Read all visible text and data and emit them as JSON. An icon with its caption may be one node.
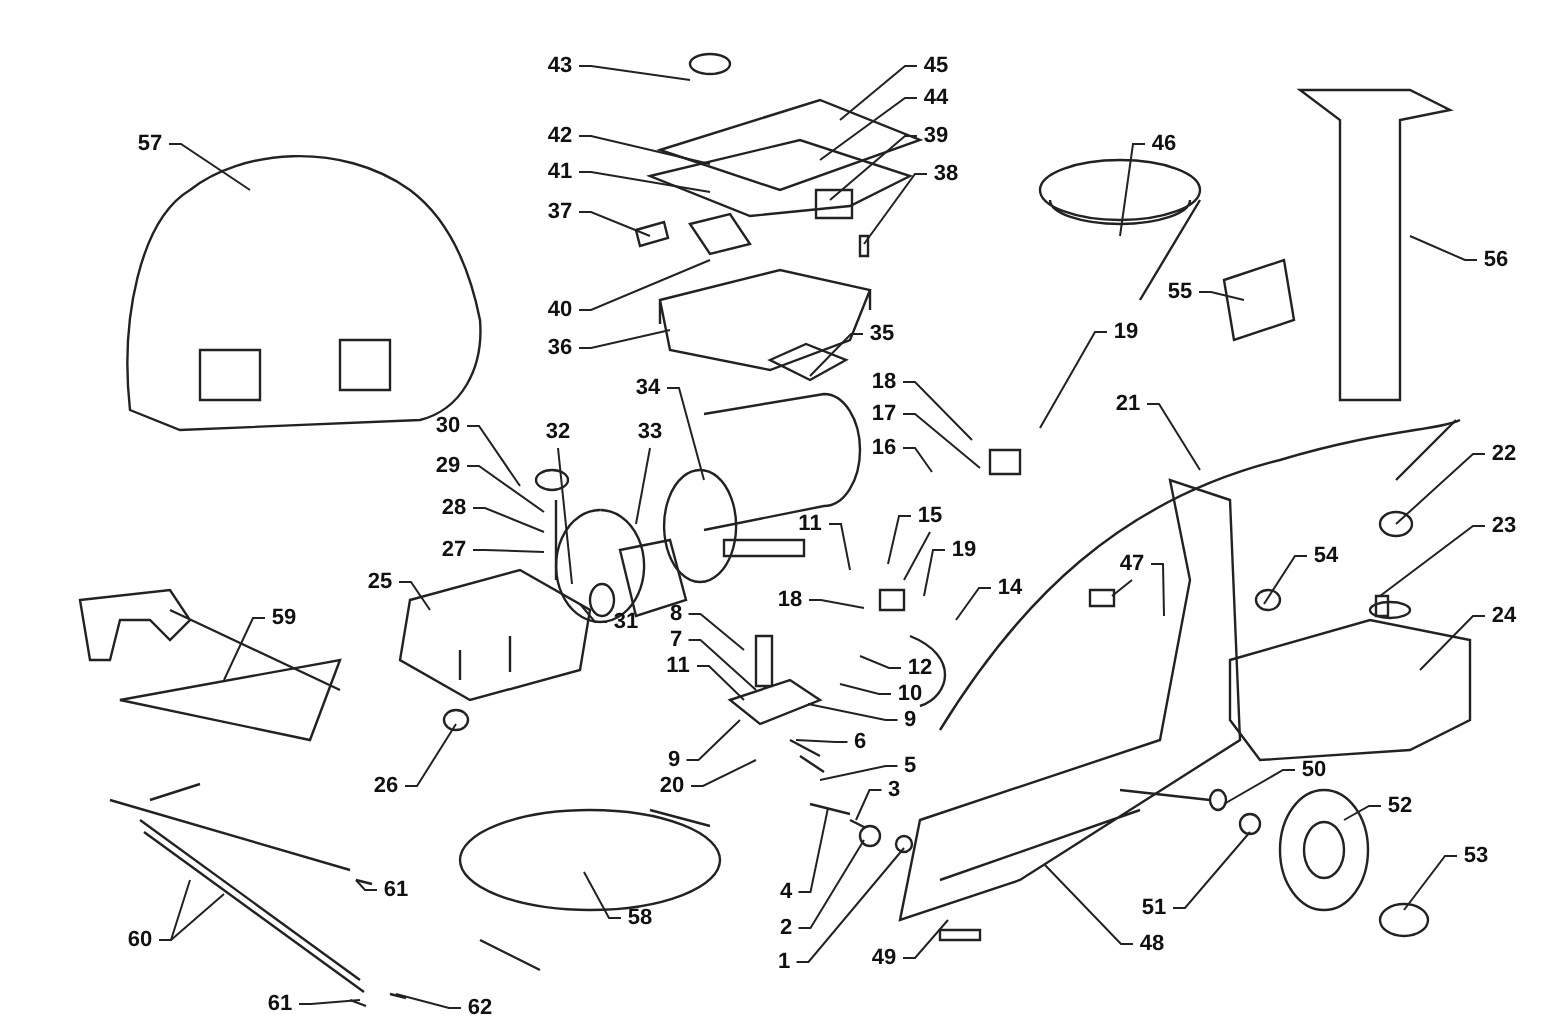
{
  "diagram": {
    "nodes": [
      {
        "text": [
          "43"
        ]
      },
      {
        "text": [
          "45"
        ]
      },
      {
        "text": [
          "44"
        ]
      },
      {
        "text": [
          "42"
        ]
      },
      {
        "text": [
          "41"
        ]
      },
      {
        "text": [
          "39"
        ]
      },
      {
        "text": [
          "38"
        ]
      },
      {
        "text": [
          "37"
        ]
      },
      {
        "text": [
          "40"
        ]
      },
      {
        "text": [
          "36"
        ]
      },
      {
        "text": [
          "57"
        ]
      },
      {
        "text": [
          "46"
        ]
      },
      {
        "text": [
          "56"
        ]
      },
      {
        "text": [
          "55"
        ]
      },
      {
        "text": [
          "35"
        ]
      },
      {
        "text": [
          "34"
        ]
      },
      {
        "text": [
          "18"
        ]
      },
      {
        "text": [
          "17"
        ]
      },
      {
        "text": [
          "16"
        ]
      },
      {
        "text": [
          "19"
        ]
      },
      {
        "text": [
          "21"
        ]
      },
      {
        "text": [
          "30"
        ]
      },
      {
        "text": [
          "32"
        ]
      },
      {
        "text": [
          "33"
        ]
      },
      {
        "text": [
          "29"
        ]
      },
      {
        "text": [
          "28"
        ]
      },
      {
        "text": [
          "22"
        ]
      },
      {
        "text": [
          "23"
        ]
      },
      {
        "text": [
          "27"
        ]
      },
      {
        "text": [
          "11"
        ]
      },
      {
        "text": [
          "15"
        ]
      },
      {
        "text": [
          "19"
        ]
      },
      {
        "text": [
          "47"
        ]
      },
      {
        "text": [
          "54"
        ]
      },
      {
        "text": [
          "14"
        ]
      },
      {
        "text": [
          "25"
        ]
      },
      {
        "text": [
          "24"
        ]
      },
      {
        "text": [
          "8"
        ]
      },
      {
        "text": [
          "31"
        ]
      },
      {
        "text": [
          "18"
        ]
      },
      {
        "text": [
          "7"
        ]
      },
      {
        "text": [
          "11"
        ]
      },
      {
        "text": [
          "12"
        ]
      },
      {
        "text": [
          "10"
        ]
      },
      {
        "text": [
          "9"
        ]
      },
      {
        "text": [
          "59"
        ]
      },
      {
        "text": [
          "6"
        ]
      },
      {
        "text": [
          "5"
        ]
      },
      {
        "text": [
          "9"
        ]
      },
      {
        "text": [
          "20"
        ]
      },
      {
        "text": [
          "26"
        ]
      },
      {
        "text": [
          "50"
        ]
      },
      {
        "text": [
          "3"
        ]
      },
      {
        "text": [
          "52"
        ]
      },
      {
        "text": [
          "53"
        ]
      },
      {
        "text": [
          "61"
        ]
      },
      {
        "text": [
          "4"
        ]
      },
      {
        "text": [
          "51"
        ]
      },
      {
        "text": [
          "58"
        ]
      },
      {
        "text": [
          "2"
        ]
      },
      {
        "text": [
          "60"
        ]
      },
      {
        "text": [
          "48"
        ]
      },
      {
        "text": [
          "49"
        ]
      },
      {
        "text": [
          "1"
        ]
      },
      {
        "text": [
          "61"
        ]
      },
      {
        "text": [
          "62"
        ]
      }
    ],
    "edges": [
      {
        "from": 0,
        "to": null,
        "arrow": "none"
      },
      {
        "from": 1,
        "to": null,
        "arrow": "none"
      },
      {
        "from": 2,
        "to": null,
        "arrow": "none"
      },
      {
        "from": 3,
        "to": null,
        "arrow": "none"
      },
      {
        "from": 4,
        "to": null,
        "arrow": "none"
      },
      {
        "from": 5,
        "to": null,
        "arrow": "none"
      },
      {
        "from": 6,
        "to": null,
        "arrow": "none"
      },
      {
        "from": 7,
        "to": null,
        "arrow": "none"
      },
      {
        "from": 8,
        "to": null,
        "arrow": "none"
      },
      {
        "from": 9,
        "to": null,
        "arrow": "none"
      },
      {
        "from": 10,
        "to": null,
        "arrow": "none"
      },
      {
        "from": 11,
        "to": null,
        "arrow": "none"
      },
      {
        "from": 12,
        "to": null,
        "arrow": "none"
      },
      {
        "from": 13,
        "to": null,
        "arrow": "none"
      },
      {
        "from": 14,
        "to": null,
        "arrow": "none"
      },
      {
        "from": 15,
        "to": null,
        "arrow": "none"
      },
      {
        "from": 16,
        "to": null,
        "arrow": "none"
      },
      {
        "from": 17,
        "to": null,
        "arrow": "none"
      },
      {
        "from": 18,
        "to": null,
        "arrow": "none"
      },
      {
        "from": 19,
        "to": null,
        "arrow": "none"
      },
      {
        "from": 20,
        "to": null,
        "arrow": "none"
      },
      {
        "from": 21,
        "to": null,
        "arrow": "none"
      },
      {
        "from": 22,
        "to": null,
        "arrow": "none"
      },
      {
        "from": 23,
        "to": null,
        "arrow": "none"
      },
      {
        "from": 24,
        "to": null,
        "arrow": "none"
      },
      {
        "from": 25,
        "to": null,
        "arrow": "none"
      },
      {
        "from": 26,
        "to": null,
        "arrow": "none"
      },
      {
        "from": 27,
        "to": null,
        "arrow": "none"
      },
      {
        "from": 28,
        "to": null,
        "arrow": "none"
      },
      {
        "from": 29,
        "to": null,
        "arrow": "none"
      },
      {
        "from": 30,
        "to": null,
        "arrow": "none"
      },
      {
        "from": 30,
        "to": null,
        "arrow": "none"
      },
      {
        "from": 31,
        "to": null,
        "arrow": "none"
      },
      {
        "from": 32,
        "to": null,
        "arrow": "none"
      },
      {
        "from": 32,
        "to": null,
        "arrow": "none"
      },
      {
        "from": 33,
        "to": null,
        "arrow": "none"
      },
      {
        "from": 34,
        "to": null,
        "arrow": "none"
      },
      {
        "from": 35,
        "to": null,
        "arrow": "none"
      },
      {
        "from": 36,
        "to": null,
        "arrow": "none"
      },
      {
        "from": 37,
        "to": null,
        "arrow": "none"
      },
      {
        "from": 38,
        "to": null,
        "arrow": "none"
      },
      {
        "from": 39,
        "to": null,
        "arrow": "none"
      },
      {
        "from": 40,
        "to": null,
        "arrow": "none"
      },
      {
        "from": 41,
        "to": null,
        "arrow": "none"
      },
      {
        "from": 42,
        "to": null,
        "arrow": "none"
      },
      {
        "from": 43,
        "to": null,
        "arrow": "none"
      },
      {
        "from": 44,
        "to": null,
        "arrow": "none"
      },
      {
        "from": 45,
        "to": null,
        "arrow": "none"
      },
      {
        "from": 46,
        "to": null,
        "arrow": "none"
      },
      {
        "from": 47,
        "to": null,
        "arrow": "none"
      },
      {
        "from": 48,
        "to": null,
        "arrow": "none"
      },
      {
        "from": 49,
        "to": null,
        "arrow": "none"
      },
      {
        "from": 50,
        "to": null,
        "arrow": "none"
      },
      {
        "from": 51,
        "to": null,
        "arrow": "none"
      },
      {
        "from": 52,
        "to": null,
        "arrow": "none"
      },
      {
        "from": 53,
        "to": null,
        "arrow": "none"
      },
      {
        "from": 54,
        "to": null,
        "arrow": "none"
      },
      {
        "from": 55,
        "to": null,
        "arrow": "none"
      },
      {
        "from": 56,
        "to": null,
        "arrow": "none"
      },
      {
        "from": 57,
        "to": null,
        "arrow": "none"
      },
      {
        "from": 58,
        "to": null,
        "arrow": "none"
      },
      {
        "from": 59,
        "to": null,
        "arrow": "none"
      },
      {
        "from": 60,
        "to": null,
        "arrow": "none"
      },
      {
        "from": 60,
        "to": null,
        "arrow": "none"
      },
      {
        "from": 61,
        "to": null,
        "arrow": "none"
      },
      {
        "from": 62,
        "to": null,
        "arrow": "none"
      },
      {
        "from": 63,
        "to": null,
        "arrow": "none"
      },
      {
        "from": 64,
        "to": null,
        "arrow": "none"
      },
      {
        "from": 65,
        "to": null,
        "arrow": "none"
      }
    ]
  }
}
